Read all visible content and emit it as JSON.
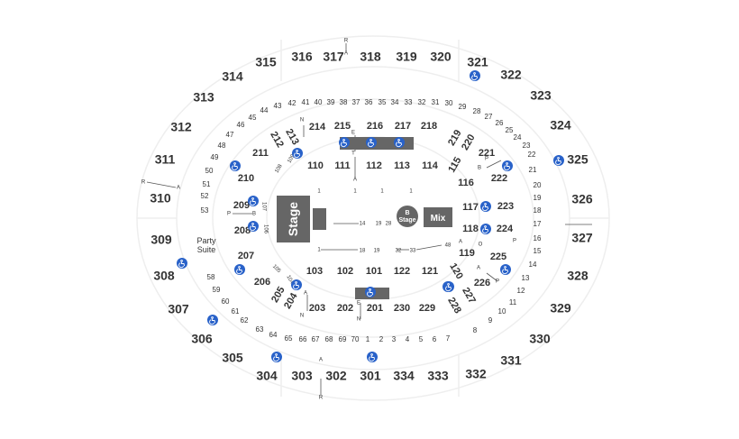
{
  "colors": {
    "accent": "#2962c9",
    "stage_fill": "#666666",
    "text": "#333333"
  },
  "stage": {
    "label": "Stage",
    "b_stage_prefix": "B",
    "b_stage_label": "Stage",
    "mix_label": "Mix"
  },
  "party_suite": {
    "line1": "Party",
    "line2": "Suite"
  },
  "icons": {
    "accessible": "wheelchair-accessible-icon"
  },
  "sections_300": [
    {
      "label": "316"
    },
    {
      "label": "317"
    },
    {
      "label": "318"
    },
    {
      "label": "319"
    },
    {
      "label": "320"
    },
    {
      "label": "321"
    },
    {
      "label": "322"
    },
    {
      "label": "323"
    },
    {
      "label": "324"
    },
    {
      "label": "325"
    },
    {
      "label": "326"
    },
    {
      "label": "327"
    },
    {
      "label": "328"
    },
    {
      "label": "329"
    },
    {
      "label": "330"
    },
    {
      "label": "331"
    },
    {
      "label": "332"
    },
    {
      "label": "333"
    },
    {
      "label": "334"
    },
    {
      "label": "301"
    },
    {
      "label": "302"
    },
    {
      "label": "303"
    },
    {
      "label": "304"
    },
    {
      "label": "305"
    },
    {
      "label": "306"
    },
    {
      "label": "307"
    },
    {
      "label": "308"
    },
    {
      "label": "309"
    },
    {
      "label": "310"
    },
    {
      "label": "311"
    },
    {
      "label": "312"
    },
    {
      "label": "313"
    },
    {
      "label": "314"
    },
    {
      "label": "315"
    }
  ],
  "sections_200": [
    {
      "label": "214"
    },
    {
      "label": "215"
    },
    {
      "label": "216"
    },
    {
      "label": "217"
    },
    {
      "label": "218"
    },
    {
      "label": "219"
    },
    {
      "label": "220"
    },
    {
      "label": "221"
    },
    {
      "label": "222"
    },
    {
      "label": "223"
    },
    {
      "label": "224"
    },
    {
      "label": "225"
    },
    {
      "label": "226"
    },
    {
      "label": "227"
    },
    {
      "label": "228"
    },
    {
      "label": "229"
    },
    {
      "label": "230"
    },
    {
      "label": "201"
    },
    {
      "label": "202"
    },
    {
      "label": "203"
    },
    {
      "label": "204"
    },
    {
      "label": "205"
    },
    {
      "label": "206"
    },
    {
      "label": "207"
    },
    {
      "label": "208"
    },
    {
      "label": "209"
    },
    {
      "label": "210"
    },
    {
      "label": "211"
    },
    {
      "label": "212"
    },
    {
      "label": "213"
    }
  ],
  "sections_100": [
    {
      "label": "110"
    },
    {
      "label": "111"
    },
    {
      "label": "112"
    },
    {
      "label": "113"
    },
    {
      "label": "114"
    },
    {
      "label": "115"
    },
    {
      "label": "116"
    },
    {
      "label": "117"
    },
    {
      "label": "118"
    },
    {
      "label": "119"
    },
    {
      "label": "120"
    },
    {
      "label": "121"
    },
    {
      "label": "122"
    },
    {
      "label": "101"
    },
    {
      "label": "102"
    },
    {
      "label": "103"
    },
    {
      "label": "104"
    },
    {
      "label": "105"
    },
    {
      "label": "106"
    },
    {
      "label": "107"
    },
    {
      "label": "108"
    },
    {
      "label": "109"
    }
  ],
  "rows_top": [
    "43",
    "42",
    "41",
    "40",
    "39",
    "38",
    "37",
    "36",
    "35",
    "34",
    "33",
    "32",
    "31",
    "30",
    "29",
    "28",
    "27",
    "26",
    "25",
    "24",
    "23",
    "22",
    "21",
    "20",
    "19",
    "18",
    "17",
    "16",
    "15",
    "14",
    "13",
    "12",
    "11",
    "10",
    "9",
    "8"
  ],
  "rows_bottom": [
    "64",
    "65",
    "66",
    "67",
    "68",
    "69",
    "70",
    "1",
    "2",
    "3",
    "4",
    "5",
    "6",
    "7"
  ],
  "rows_left": [
    "44",
    "45",
    "46",
    "47",
    "48",
    "49",
    "50",
    "51",
    "52",
    "53",
    "58",
    "59",
    "60",
    "61",
    "62",
    "63"
  ],
  "row_letters": [
    "R",
    "A",
    "N",
    "E",
    "T",
    "A",
    "R",
    "A",
    "P",
    "B",
    "P",
    "B",
    "A",
    "O",
    "P",
    "A",
    "P",
    "N",
    "A",
    "E",
    "N",
    "A",
    "R"
  ],
  "floor_numbers": [
    "1",
    "1",
    "1",
    "1",
    "14",
    "19",
    "28",
    "1",
    "18",
    "19",
    "32",
    "33",
    "48"
  ]
}
